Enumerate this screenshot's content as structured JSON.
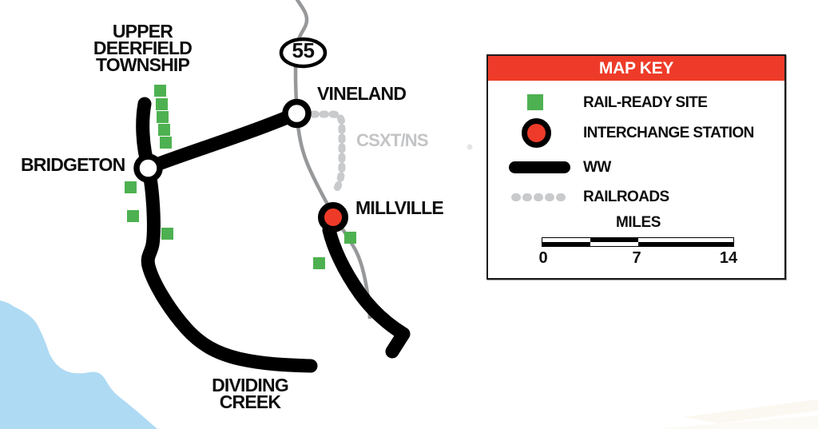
{
  "map": {
    "labels": {
      "upper_deerfield_township": "UPPER\nDEERFIELD\nTOWNSHIP",
      "route_55_shield": "55",
      "vineland": "VINELAND",
      "csxt_ns": "CSXT/NS",
      "bridgeton": "BRIDGETON",
      "millville": "MILLVILLE",
      "dividing_creek": "DIVIDING\nCREEK"
    },
    "colors": {
      "rail_ready_green": "#4eb151",
      "interchange_red": "#ee3b29",
      "ww_black": "#000000",
      "road_gray": "#97989a",
      "railroad_gray": "#c9cacb",
      "water_blue": "#aedaf3"
    }
  },
  "key": {
    "title": "MAP KEY",
    "items": [
      {
        "symbol": "green-square",
        "label": "RAIL-READY SITE"
      },
      {
        "symbol": "red-circle",
        "label": "INTERCHANGE STATION"
      },
      {
        "symbol": "black-line",
        "label": "WW"
      },
      {
        "symbol": "gray-dashes",
        "label": "RAILROADS"
      }
    ],
    "scale": {
      "title": "MILES",
      "tick_labels": [
        "0",
        "7",
        "14"
      ]
    }
  }
}
